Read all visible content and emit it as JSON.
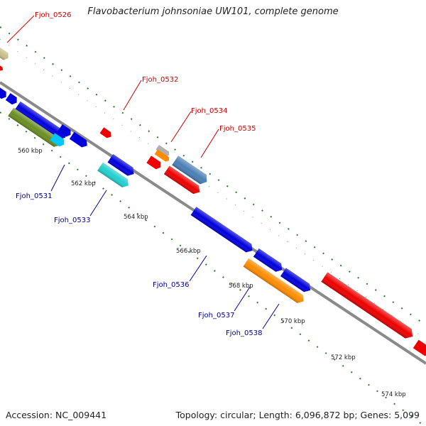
{
  "title": "Flavobacterium johnsoniae UW101, complete genome",
  "footer": {
    "accession": "Accession: NC_009441",
    "summary": "Topology: circular; Length: 6,096,872 bp; Genes: 5,099"
  },
  "colors": {
    "forward_label": "#cc0000",
    "reverse_label": "#000099",
    "backbone": "#8a8a8a",
    "tick": "#2a7a2a"
  },
  "ticks": [
    "560 kbp",
    "562 kbp",
    "564 kbp",
    "566 kbp",
    "568 kbp",
    "570 kbp",
    "572 kbp",
    "574 kbp"
  ],
  "gene_labels": [
    {
      "name": "Fjoh_0526",
      "strand": "forward"
    },
    {
      "name": "Fjoh_0532",
      "strand": "forward"
    },
    {
      "name": "Fjoh_0534",
      "strand": "forward"
    },
    {
      "name": "Fjoh_0535",
      "strand": "forward"
    },
    {
      "name": "Fjoh_0531",
      "strand": "reverse"
    },
    {
      "name": "Fjoh_0533",
      "strand": "reverse"
    },
    {
      "name": "Fjoh_0536",
      "strand": "reverse"
    },
    {
      "name": "Fjoh_0537",
      "strand": "reverse"
    },
    {
      "name": "Fjoh_0538",
      "strand": "reverse"
    }
  ]
}
